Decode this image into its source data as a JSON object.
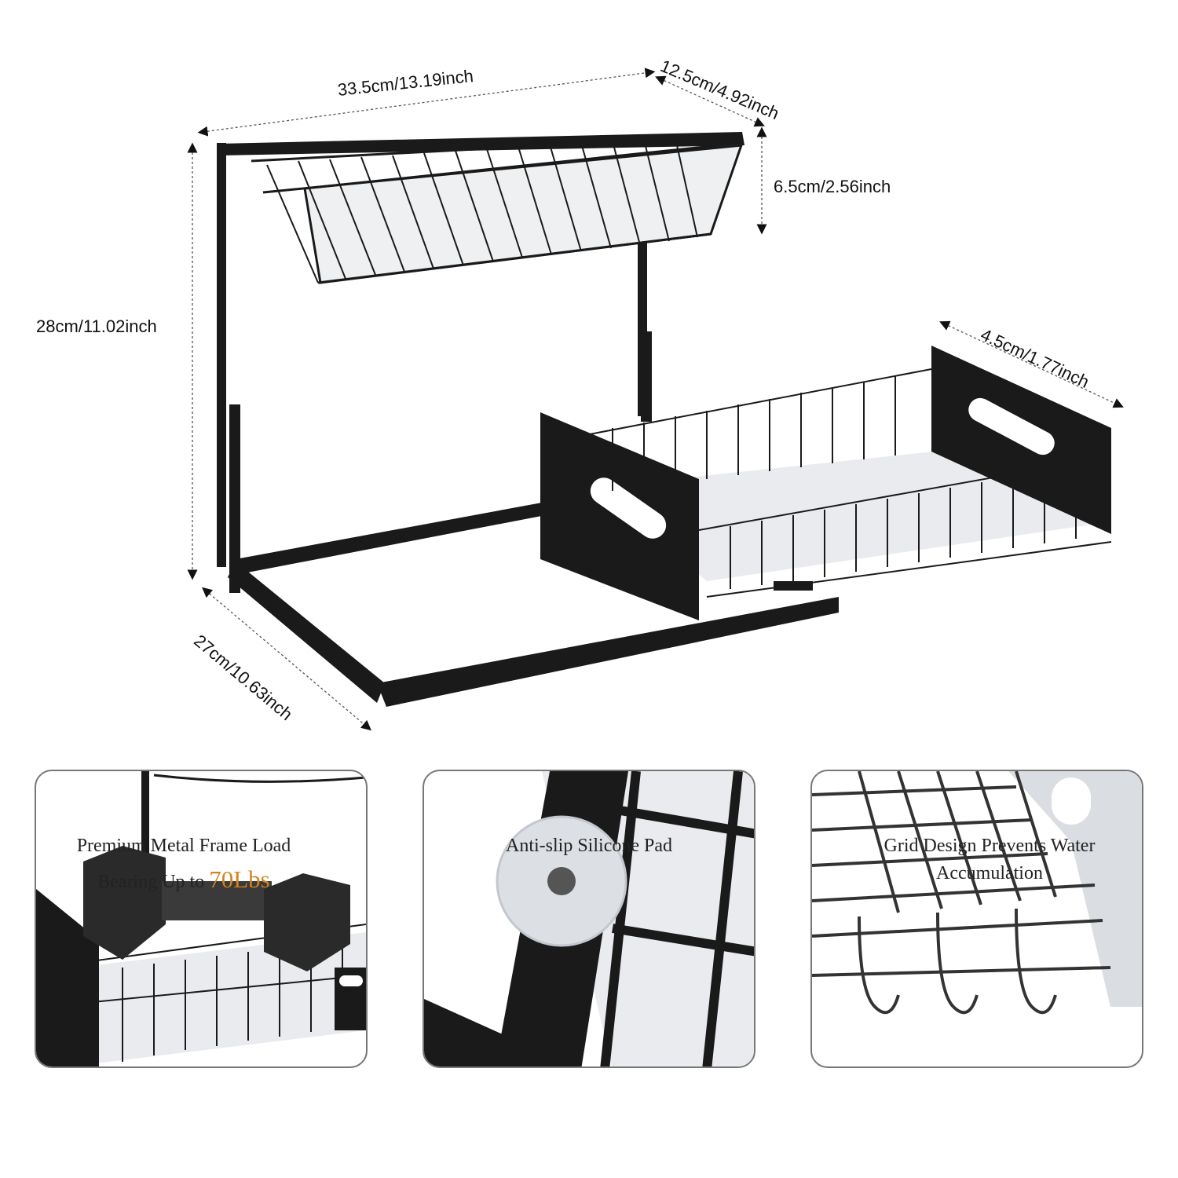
{
  "dimensions": {
    "top_width": "33.5cm/13.19inch",
    "top_depth": "12.5cm/4.92inch",
    "basket_height": "6.5cm/2.56inch",
    "total_height": "28cm/11.02inch",
    "drawer_depth": "4.5cm/1.77inch",
    "base_depth": "27cm/10.63inch"
  },
  "features": [
    {
      "line1": "Premium Metal Frame Load",
      "line2_prefix": "Bearing Up to ",
      "line2_highlight": "70Lbs"
    },
    {
      "text": "Anti-slip Silicone Pad"
    },
    {
      "line1": "Grid Design Prevents Water",
      "line2": "Accumulation"
    }
  ],
  "colors": {
    "frame": "#1a1a1a",
    "accent": "#d4831f",
    "pad": "#e9ebee"
  }
}
